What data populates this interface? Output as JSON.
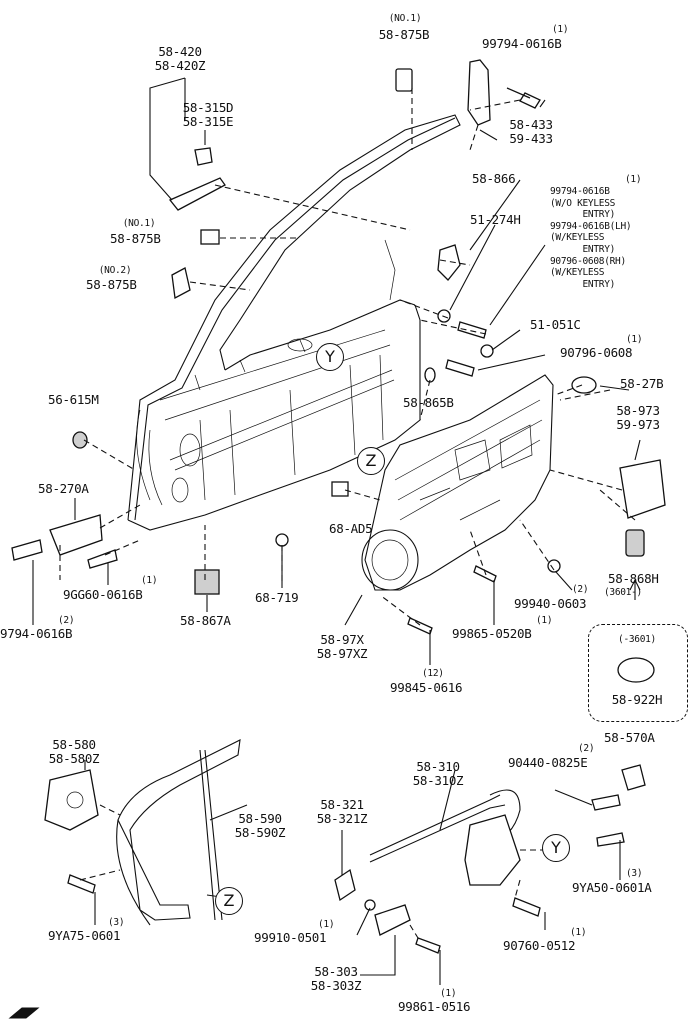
{
  "labels": {
    "n1_a": "(NO.1)",
    "p_58875b_top": "58-875B",
    "p_99794_top": "99794-0616B",
    "q_99794_top": "(1)",
    "p_58420": "58-420\n58-420Z",
    "p_58315": "58-315D\n58-315E",
    "p_58433": "58-433\n59-433",
    "p_58866": "58-866",
    "p_51274h": "51-274H",
    "q_99794_keyless": "(1)",
    "p_99794_keyless": "99794-0616B\n(W/O KEYLESS\n      ENTRY)\n99794-0616B(LH)\n(W/KEYLESS\n      ENTRY)\n90796-0608(RH)\n(W/KEYLESS\n      ENTRY)",
    "n1_b": "(NO.1)",
    "p_58875b_mid": "58-875B",
    "n2": "(NO.2)",
    "p_58875b_no2": "58-875B",
    "p_51051c": "51-051C",
    "q_90796": "(1)",
    "p_90796": "90796-0608",
    "circle_y1": "Y",
    "p_58865b": "58-865B",
    "p_5827b": "58-27B",
    "p_56615m": "56-615M",
    "p_58973": "58-973\n59-973",
    "circle_z1": "Z",
    "p_58270a": "58-270A",
    "p_68ad5": "68-AD5",
    "p_9gg60": "9GG60-0616B",
    "q_9gg60": "(1)",
    "p_68719": "68-719",
    "p_99940": "99940-0603",
    "q_99940": "(2)",
    "p_58868h": "58-868H",
    "p_3601a": "(3601-)",
    "p_99794_left": "9794-0616B",
    "q_99794_left": "(2)",
    "p_58867a": "58-867A",
    "p_58_97x": "58-97X\n58-97XZ",
    "p_99865": "99865-0520B",
    "q_99865": "(1)",
    "p_3601b": "(-3601)",
    "p_99845": "99845-0616",
    "q_99845": "(12)",
    "p_58922h": "58-922H",
    "p_58580": "58-580\n58-580Z",
    "p_58310": "58-310\n58-310Z",
    "q_90440": "(2)",
    "p_90440": "90440-0825E",
    "p_58570a": "58-570A",
    "p_58590": "58-590\n58-590Z",
    "p_58321": "58-321\n58-321Z",
    "circle_y2": "Y",
    "q_9ya50": "(3)",
    "p_9ya50": "9YA50-0601A",
    "circle_z2": "Z",
    "p_9ya75": "9YA75-0601",
    "q_9ya75": "(3)",
    "q_99910": "(1)",
    "p_99910": "99910-0501",
    "p_90760": "90760-0512",
    "q_90760": "(1)",
    "p_58303": "58-303\n58-303Z",
    "q_99861": "(1)",
    "p_99861": "99861-0516"
  }
}
